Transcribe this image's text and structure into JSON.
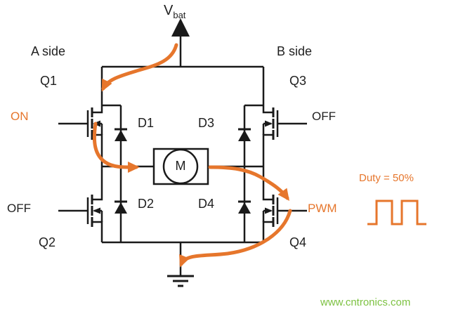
{
  "diagram": "H-bridge motor drive circuit",
  "labels": {
    "vbat_main": "V",
    "vbat_sub": "bat",
    "a_side": "A side",
    "b_side": "B side",
    "q1": "Q1",
    "q2": "Q2",
    "q3": "Q3",
    "q4": "Q4",
    "d1": "D1",
    "d2": "D2",
    "d3": "D3",
    "d4": "D4",
    "q1_state": "ON",
    "q2_state": "OFF",
    "q3_state": "OFF",
    "q4_state": "PWM",
    "motor": "M",
    "duty": "Duty = 50%",
    "watermark": "www.cntronics.com"
  },
  "colors": {
    "wire": "#1a1a1a",
    "accent_orange": "#e6762c",
    "watermark_green": "#7dc242"
  }
}
